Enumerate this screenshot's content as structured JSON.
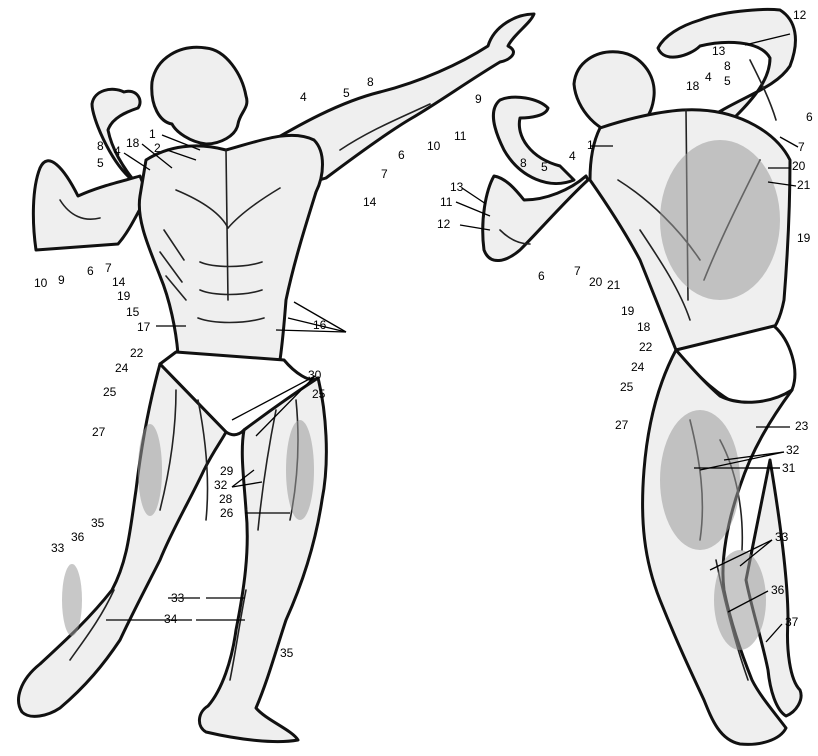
{
  "diagram": {
    "front_labels": [
      "1",
      "2",
      "18",
      "4",
      "5",
      "8",
      "9",
      "10",
      "6",
      "7",
      "14",
      "19",
      "15",
      "17",
      "4",
      "5",
      "8",
      "9",
      "11",
      "10",
      "6",
      "7",
      "14",
      "16",
      "22",
      "24",
      "25",
      "27",
      "29",
      "32",
      "28",
      "26",
      "30",
      "25",
      "35",
      "36",
      "33",
      "33",
      "34",
      "35"
    ],
    "back_labels": [
      "12",
      "13",
      "8",
      "5",
      "4",
      "6",
      "7",
      "18",
      "1",
      "4",
      "8",
      "5",
      "20",
      "21",
      "13",
      "11",
      "12",
      "19",
      "6",
      "7",
      "20",
      "21",
      "19",
      "18",
      "22",
      "24",
      "25",
      "27",
      "23",
      "32",
      "31",
      "33",
      "36",
      "37"
    ]
  }
}
